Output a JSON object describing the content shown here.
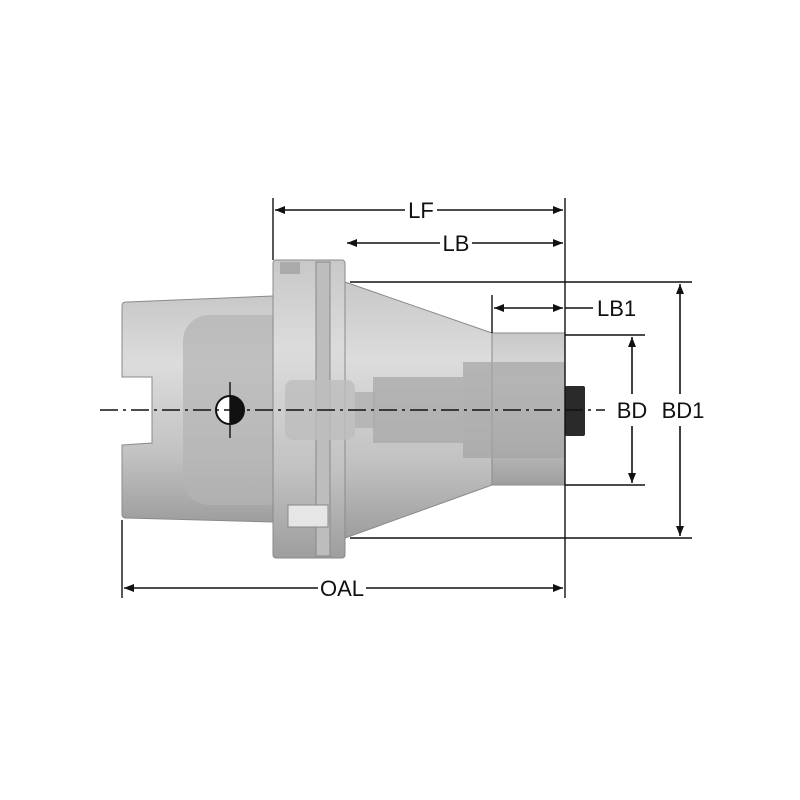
{
  "dimensions": {
    "lf": "LF",
    "lb": "LB",
    "lb1": "LB1",
    "bd": "BD",
    "bd1": "BD1",
    "oal": "OAL"
  },
  "colors": {
    "body_light": "#d4d4d4",
    "body_mid": "#b5b5b5",
    "body_dark": "#8e8e8e",
    "thread_dark": "#2a2a2a",
    "line": "#111111"
  }
}
